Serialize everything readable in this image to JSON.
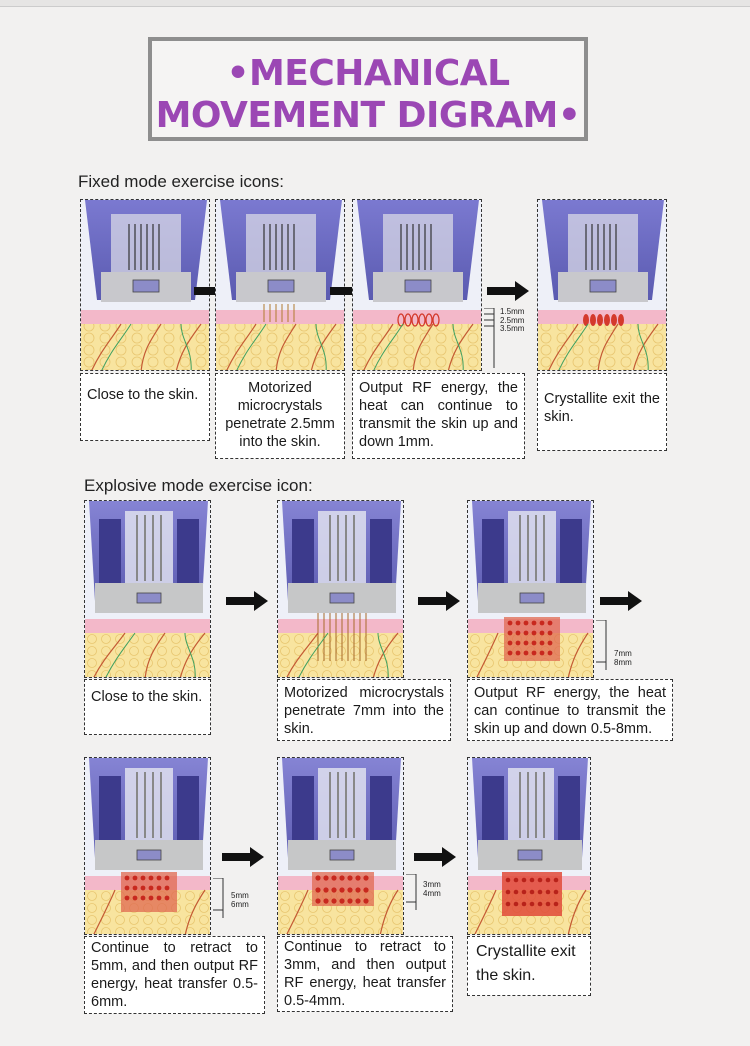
{
  "title": {
    "line1": "•MECHANICAL",
    "line2": "MOVEMENT DIGRAM•"
  },
  "fixed_mode": {
    "label": "Fixed mode exercise icons:",
    "steps": [
      {
        "caption": "Close to the skin."
      },
      {
        "caption": "Motorized microcrystals penetrate 2.5mm into the skin."
      },
      {
        "caption": "Output RF energy, the heat can continue to transmit the skin up and down 1mm."
      },
      {
        "caption": "Crystallite exit the skin."
      }
    ],
    "depth_labels": [
      "1.5mm",
      "2.5mm",
      "3.5mm"
    ]
  },
  "explosive_mode": {
    "label": "Explosive mode exercise icon:",
    "steps": [
      {
        "caption": "Close to the skin."
      },
      {
        "caption": "Motorized microcrystals penetrate 7mm into the skin."
      },
      {
        "caption": "Output RF energy, the heat can continue to transmit the skin up and down 0.5-8mm."
      },
      {
        "caption": "Continue to retract to 5mm, and then output RF energy, heat transfer 0.5-6mm."
      },
      {
        "caption": "Continue to retract to 3mm, and then output RF energy, heat transfer 0.5-4mm."
      },
      {
        "caption": "Crystallite exit the skin."
      }
    ],
    "depth_labels_3": [
      "7mm",
      "8mm"
    ],
    "depth_labels_4": [
      "5mm",
      "6mm"
    ],
    "depth_labels_5": [
      "3mm",
      "4mm"
    ]
  },
  "colors": {
    "title": "#9b47b4",
    "device": "#5a58b8",
    "skin_top": "#f2b6c8",
    "fat": "#f7e19a",
    "rf": "#e0392a"
  }
}
